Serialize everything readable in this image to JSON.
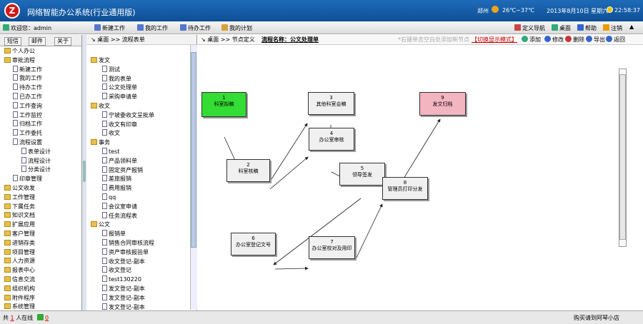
{
  "app": {
    "logo": "Z",
    "title": "网络智能办公系统(行业通用版)",
    "city": "郑州",
    "temp": "26℃~37℃",
    "date": "2013年8月10日  星期六",
    "time": "22:58:37"
  },
  "toolbar": {
    "welcome": "欢迎您：admin",
    "items": [
      "新建工作",
      "我的工作",
      "待办工作",
      "我的计划"
    ],
    "right": [
      "定义导航",
      "桌面",
      "帮助",
      "注销"
    ]
  },
  "left": {
    "tabs": [
      "短信",
      "邮件",
      "关于"
    ],
    "tree": [
      "个人办公",
      "审批流程",
      "新建工作",
      "我的工作",
      "待办工作",
      "已办工作",
      "工作查询",
      "工作监控",
      "归档工作",
      "工作委托",
      "流程设置",
      "表单设计",
      "流程设计",
      "分类设计",
      "印章管理",
      "公文收发",
      "工作管理",
      "下属任务",
      "知识文档",
      "扩展应用",
      "客户管理",
      "进销存类",
      "项目管理",
      "人力资源",
      "报表中心",
      "信息交流",
      "组织机构",
      "附件程序",
      "系统管理"
    ]
  },
  "mid": {
    "crumb": [
      "桌面",
      ">>",
      "流程表单"
    ],
    "tree": [
      "发文",
      "测试",
      "我的表单",
      "公文处理单",
      "采购申请单",
      "收文",
      "宁坡委收文呈批单",
      "收文有印章",
      "收文",
      "事务",
      "test",
      "产品领料单",
      "固定资产报销",
      "差旅报销",
      "费用报销",
      "qq",
      "会议室申请",
      "任务流程表",
      "公文",
      "报销单",
      "销售合同审核流程",
      "资产审核报验单",
      "收文登记-副本",
      "收文登记",
      "test130220",
      "发文登记-副本",
      "发文登记-副本",
      "发文登记-副本",
      "发文登记"
    ]
  },
  "right": {
    "crumb": [
      "桌面",
      ">>",
      "节点定义"
    ],
    "flow_label": "流程名称：公文处理单",
    "hint": "*右键单击空白处添加新节点",
    "mode": "切换显示模式",
    "actions": [
      "添加",
      "修改",
      "删除",
      "导出",
      "返回"
    ],
    "nodes": [
      {
        "num": "1",
        "label": "科室拟稿"
      },
      {
        "num": "2",
        "label": "科室核稿"
      },
      {
        "num": "3",
        "label": "其他科室会稿"
      },
      {
        "num": "4",
        "label": "办公室审核"
      },
      {
        "num": "5",
        "label": "领导签发"
      },
      {
        "num": "6",
        "label": "办公室登记文号"
      },
      {
        "num": "7",
        "label": "办公室校对及用印"
      },
      {
        "num": "8",
        "label": "管理员打印分发"
      },
      {
        "num": "9",
        "label": "发文归档"
      }
    ]
  },
  "status": {
    "online_label": "共",
    "online_count": "1",
    "online_suffix": "人在线",
    "mail_count": "0",
    "right": "购买请到阿琴小店"
  },
  "colors": {
    "header": "#1a5ea8",
    "start_node": "#33dd33",
    "end_node": "#f3b5c0"
  }
}
